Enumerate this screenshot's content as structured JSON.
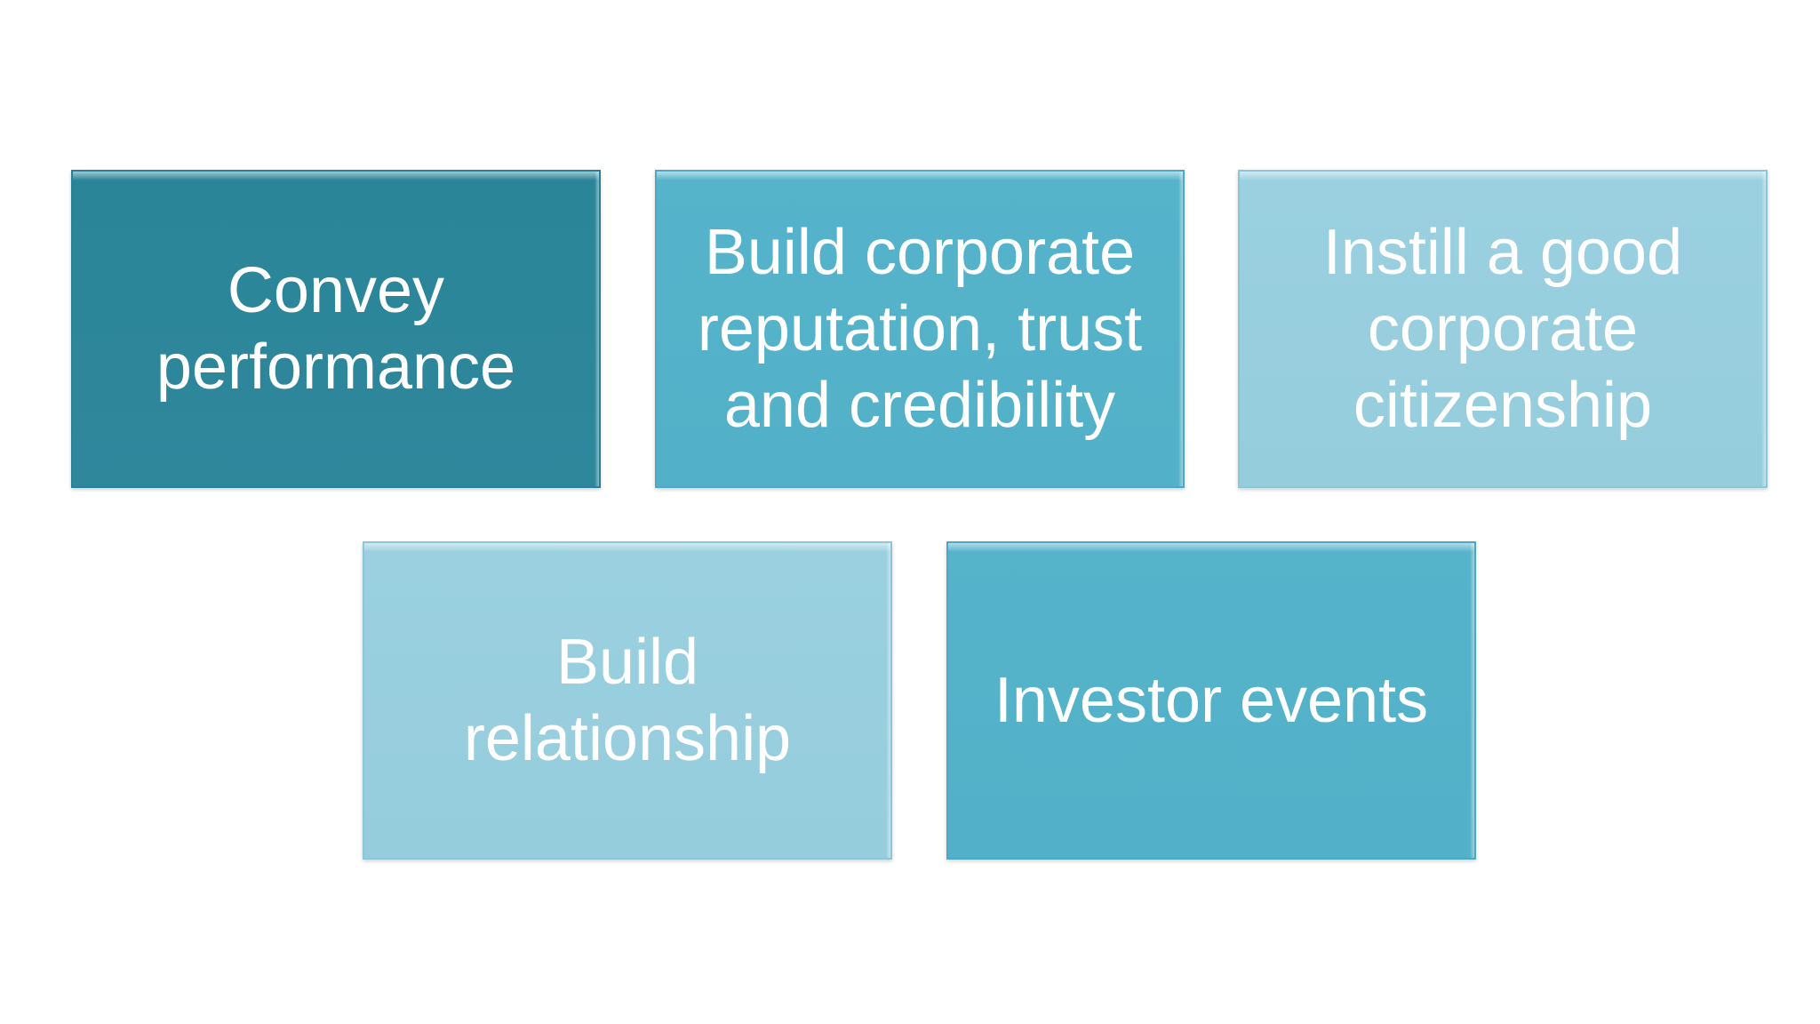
{
  "boxes": [
    {
      "label": "Convey\nperformance",
      "color": "#2c8699"
    },
    {
      "label": "Build corporate\nreputation, trust\nand credibility",
      "color": "#54b2c9"
    },
    {
      "label": "Instill a good\ncorporate\ncitizenship",
      "color": "#98cfdf"
    },
    {
      "label": "Build\nrelationship",
      "color": "#98cfdf"
    },
    {
      "label": "Investor events",
      "color": "#54b2c9"
    }
  ]
}
